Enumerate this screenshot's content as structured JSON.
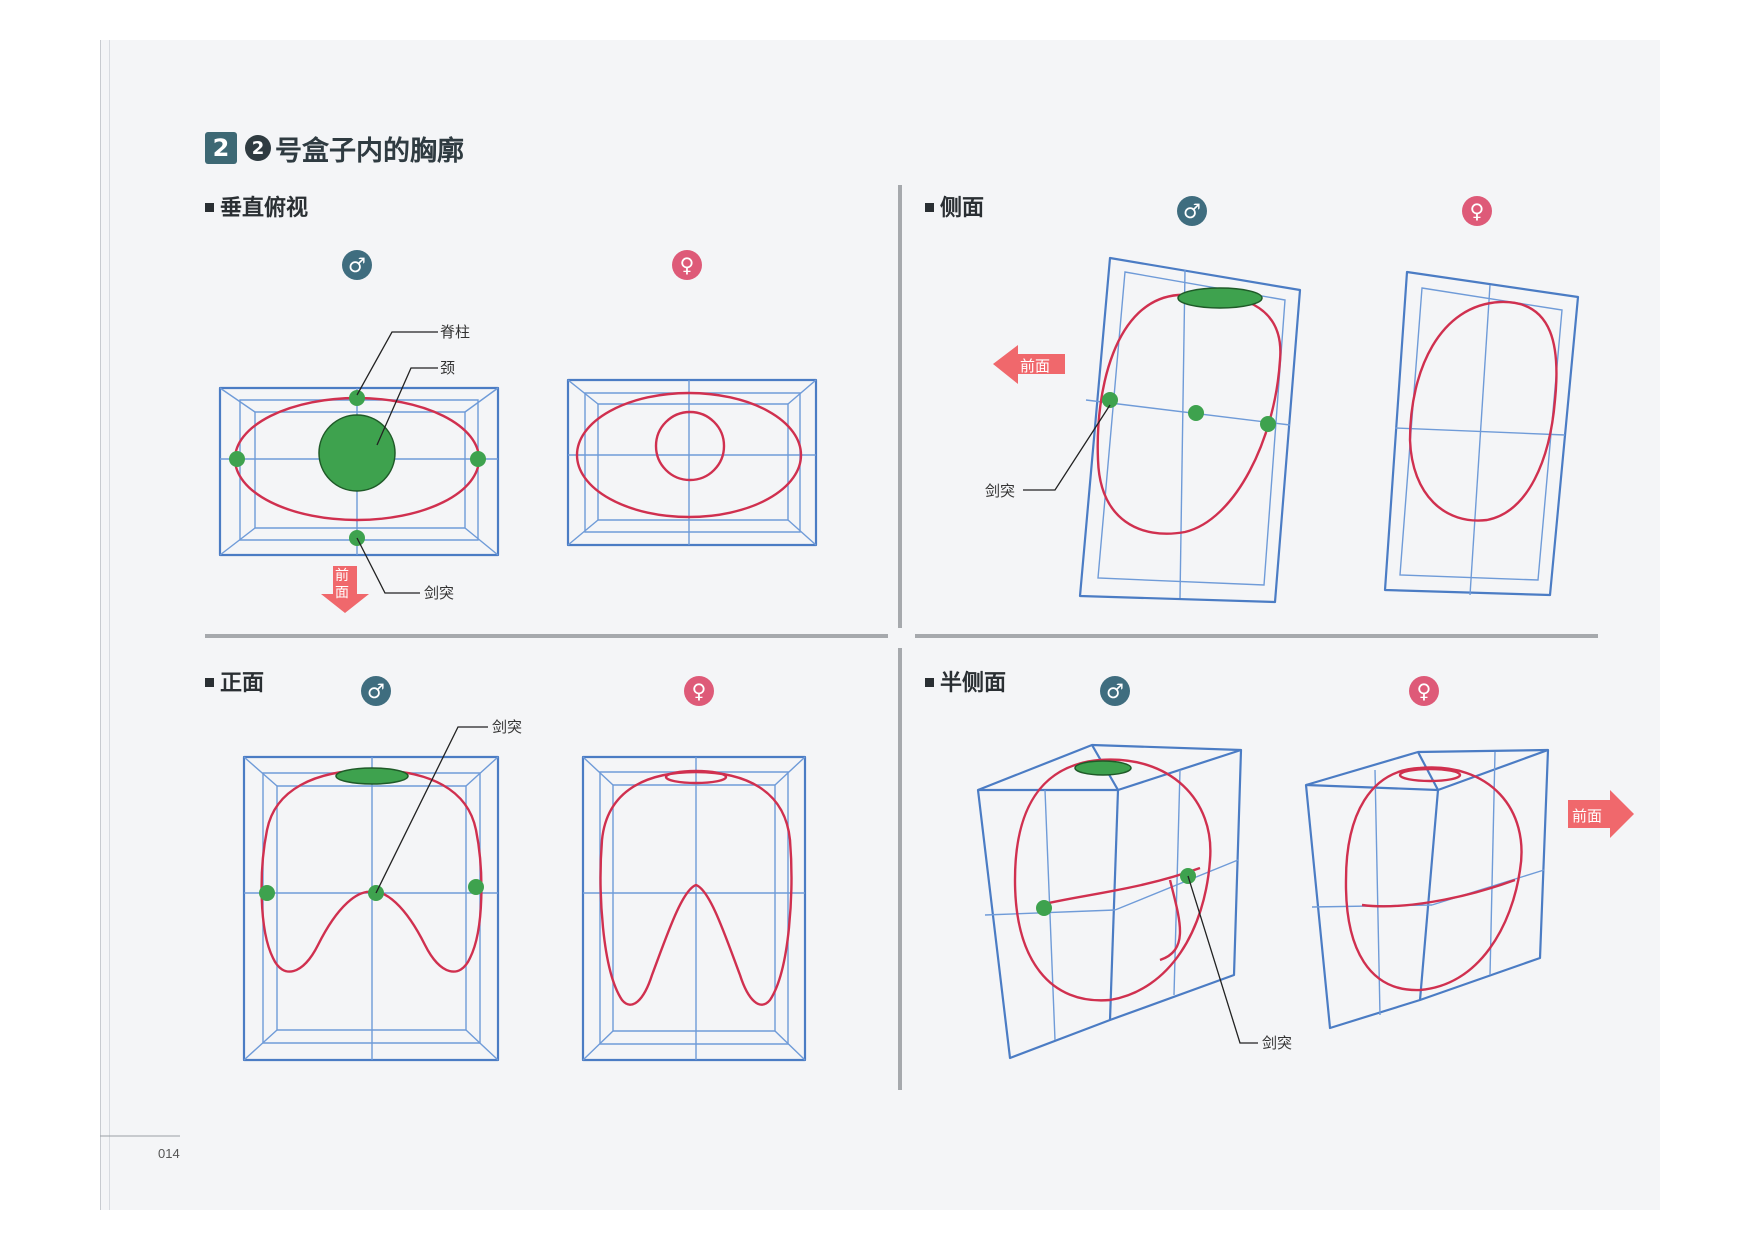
{
  "header": {
    "number": "2",
    "circled": "2",
    "title": "号盒子内的胸廓"
  },
  "sections": {
    "top_view": "垂直俯视",
    "side_view": "侧面",
    "front_view": "正面",
    "three_quarter": "半侧面"
  },
  "symbols": {
    "male": "♂",
    "female": "♀"
  },
  "annotations": {
    "spine": "脊柱",
    "neck": "颈",
    "xiphoid": "剑突",
    "front": "前面"
  },
  "page_number": "014",
  "colors": {
    "box_blue": "#4b7cc4",
    "ribcage_red": "#d0304f",
    "fill_green": "#3ea24e",
    "front_arrow": "#f0686c",
    "male_badge": "#3f6d7f",
    "female_badge": "#de5a78"
  }
}
